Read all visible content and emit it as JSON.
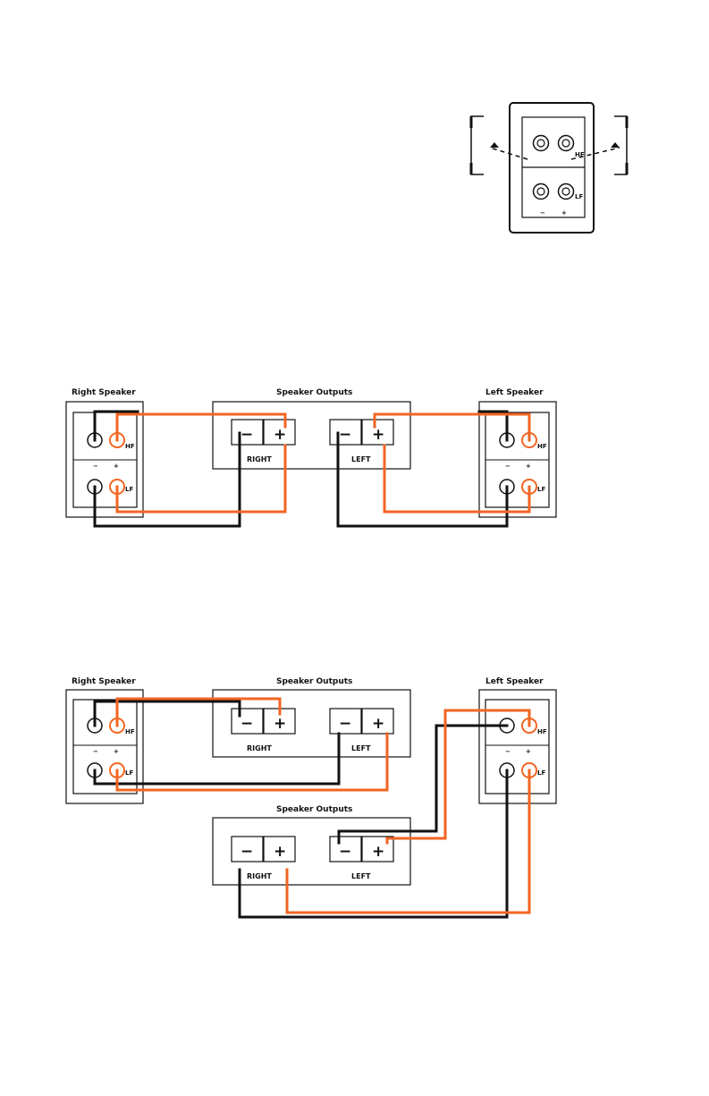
{
  "top_panel": {
    "hf": "HF",
    "lf": "LF",
    "minus": "−",
    "plus": "+"
  },
  "diagram1": {
    "right_speaker": "Right Speaker",
    "speaker_outputs": "Speaker Outputs",
    "left_speaker": "Left Speaker",
    "right_out": "RIGHT",
    "left_out": "LEFT",
    "minus": "−",
    "plus": "+",
    "hf": "HF",
    "lf": "LF"
  },
  "diagram2": {
    "right_speaker": "Right Speaker",
    "speaker_outputs_top": "Speaker Outputs",
    "speaker_outputs_bottom": "Speaker Outputs",
    "left_speaker": "Left Speaker",
    "right_out": "RIGHT",
    "left_out": "LEFT",
    "right_out_2": "RIGHT",
    "left_out_2": "LEFT",
    "minus": "−",
    "plus": "+",
    "hf": "HF",
    "lf": "LF"
  },
  "colors": {
    "orange_wire": "#f26522",
    "black_wire": "#111111"
  }
}
